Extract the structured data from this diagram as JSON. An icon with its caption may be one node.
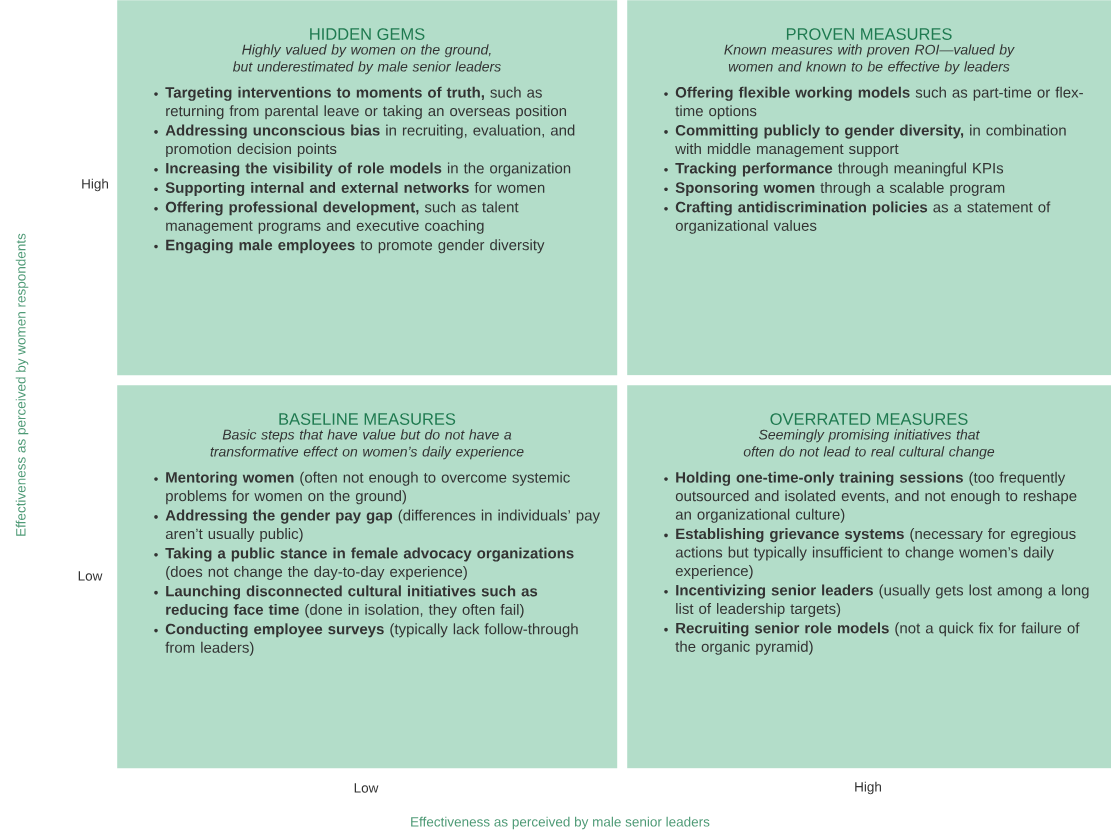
{
  "diagram": {
    "nodes": [
      {
        "text": [
          "HIDDEN GEMS",
          "Highly valued by women on the ground, but underestimated by male senior leaders",
          "**Targeting interventions to moments of truth,** such as returning from parental leave or taking an overseas position",
          "**Addressing unconscious bias** in recruiting, evaluation, and promotion decision points",
          "**Increasing the visibility of role models** in the organization",
          "**Supporting internal and external networks** for women",
          "**Offering professional development,** such as talent management programs and executive coaching",
          "**Engaging male employees** to promote gender diversity"
        ]
      },
      {
        "text": [
          "PROVEN MEASURES",
          "Known measures with proven ROI—valued by women and known to be effective by leaders",
          "**Offering flexible working models** such as part-time or flex-time options",
          "**Committing publicly to gender diversity,** in combination with middle management support",
          "**Tracking performance** through meaningful KPIs",
          "**Sponsoring women** through a scalable program",
          "**Crafting antidiscrimination policies** as a statement of organizational values"
        ]
      },
      {
        "text": [
          "BASELINE MEASURES",
          "Basic steps that have value but do not have a transformative effect on women’s daily experience",
          "**Mentoring women** (often not enough to overcome systemic problems for women on the ground)",
          "**Addressing the gender pay gap** (differences in individuals’ pay aren’t usually public)",
          "**Taking a public stance in female advocacy organizations** (does not change the day-to-day experience)",
          "**Launching disconnected cultural initiatives such as reducing face time** (done in isolation, they often fail)",
          "**Conducting employee surveys** (typically lack follow-through from leaders)"
        ]
      },
      {
        "text": [
          "OVERRATED MEASURES",
          "Seemingly promising initiatives that often do not lead to real cultural change",
          "**Holding one-time-only training sessions** (too frequently outsourced and isolated events, and not enough to reshape an organizational culture)",
          "**Establishing grievance systems** (necessary for egregious actions but typically insufficient to change women’s daily experience)",
          "**Incentivizing senior leaders** (usually gets lost among a long list of leadership targets)",
          "**Recruiting senior role models** (not a quick fix for failure of the organic pyramid)"
        ]
      }
    ],
    "labels": [
      "Effectiveness as perceived by women respondents",
      "High",
      "Low",
      "Low",
      "High",
      "Effectiveness as perceived by male senior leaders"
    ]
  }
}
